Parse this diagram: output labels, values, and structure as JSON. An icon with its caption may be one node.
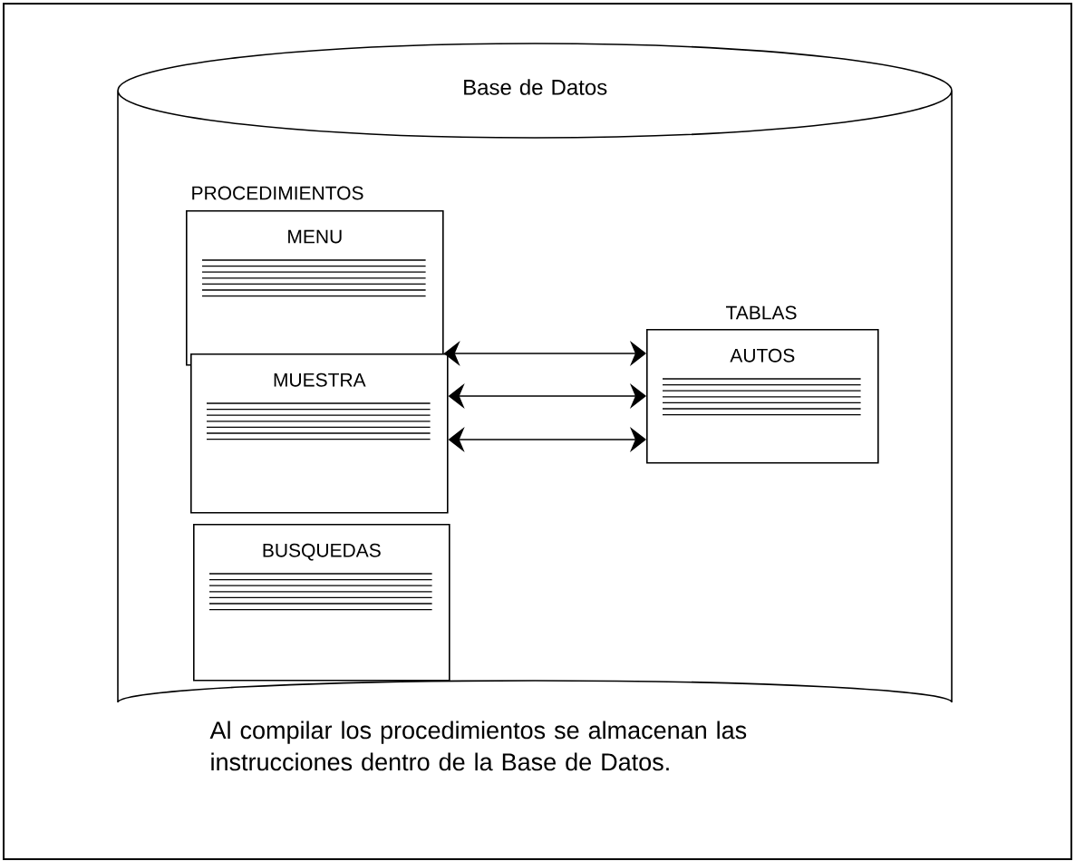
{
  "diagram": {
    "caption": "Al compilar los procedimientos se almacenan las instrucciones dentro de la Base de Datos.",
    "nodes": [
      {
        "text": [
          "Base de Datos"
        ]
      },
      {
        "text": [
          "MENU"
        ],
        "in": 0,
        "beside": [
          "PROCEDIMIENTOS"
        ]
      },
      {
        "text": [
          "MUESTRA"
        ],
        "in": 0
      },
      {
        "text": [
          "BUSQUEDAS"
        ],
        "in": 0
      },
      {
        "text": [
          "AUTOS"
        ],
        "in": 0,
        "beside": [
          "TABLAS"
        ]
      }
    ],
    "edges": [
      {
        "from": 1,
        "to": 4,
        "arrow": "both"
      },
      {
        "from": 2,
        "to": 4,
        "arrow": "both"
      },
      {
        "from": 2,
        "to": 4,
        "arrow": "both"
      }
    ]
  }
}
